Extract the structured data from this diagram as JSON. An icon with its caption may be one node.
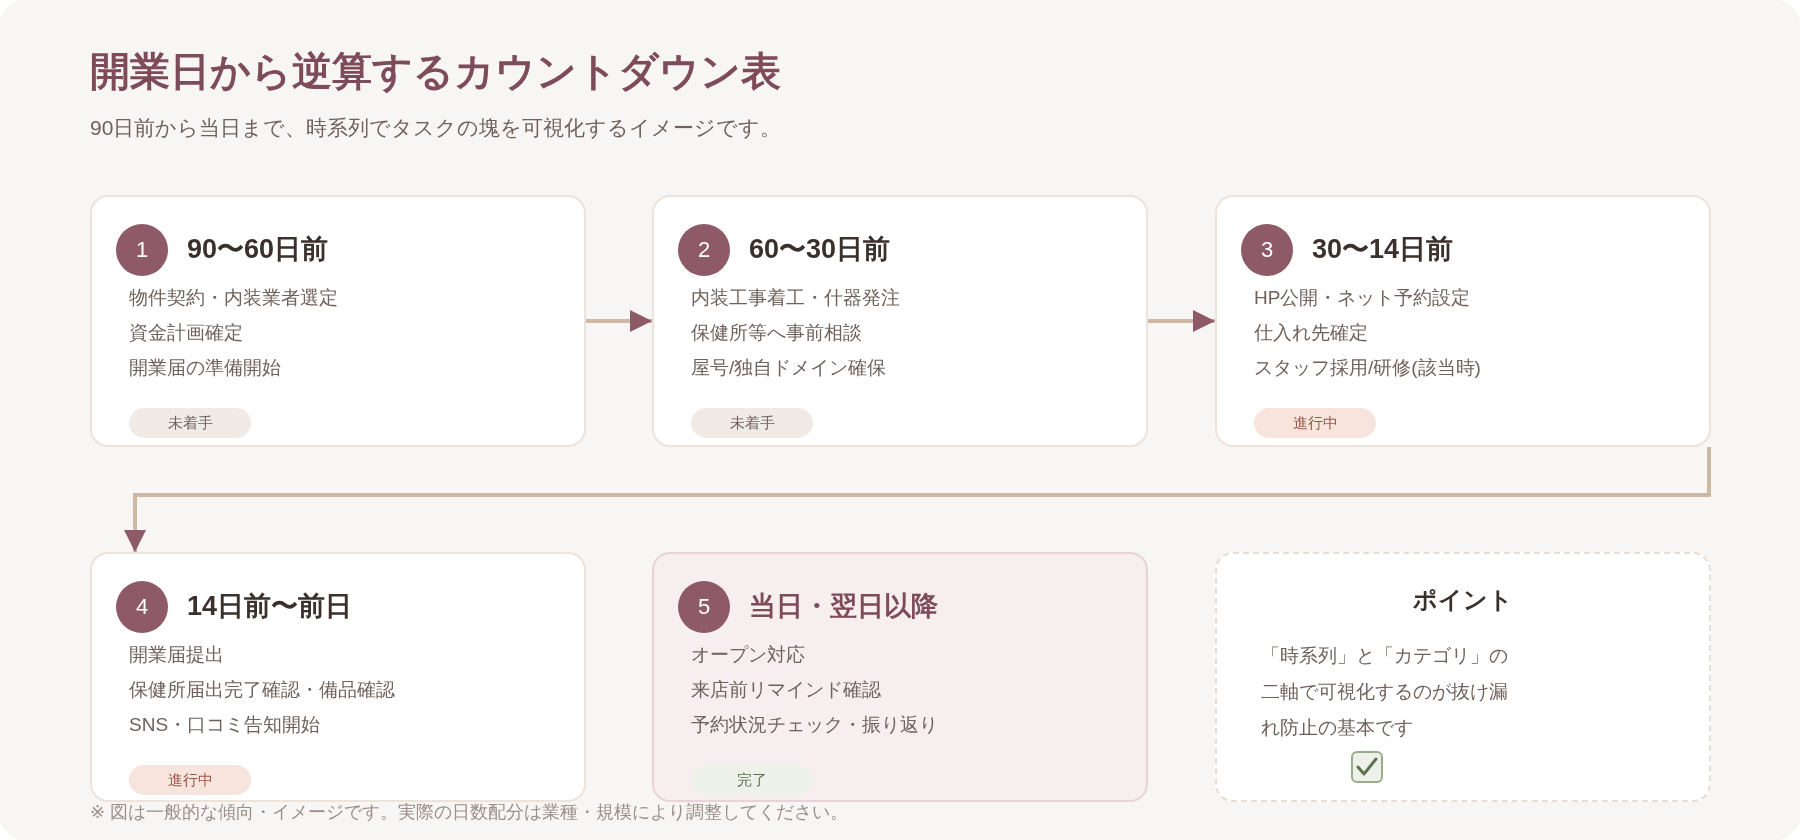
{
  "diagram": {
    "title": "開業日から逆算するカウントダウン表",
    "caption": "※ 図は一般的な傾向・イメージです。実際の日数配分は業種・規模により調整してください。",
    "labels": [
      "90日前から当日まで、時系列でタスクの塊を可視化するイメージです。"
    ],
    "nodes": [
      {
        "text": [
          "1",
          "90〜60日前",
          "物件契約・内装業者選定",
          "資金計画確定",
          "開業届の準備開始",
          "未着手"
        ]
      },
      {
        "text": [
          "2",
          "60〜30日前",
          "内装工事着工・什器発注",
          "保健所等へ事前相談",
          "屋号/独自ドメイン確保",
          "未着手"
        ]
      },
      {
        "text": [
          "3",
          "30〜14日前",
          "HP公開・ネット予約設定",
          "仕入れ先確定",
          "スタッフ採用/研修(該当時)",
          "進行中"
        ]
      },
      {
        "text": [
          "4",
          "14日前〜前日",
          "開業届提出",
          "保健所届出完了確認・備品確認",
          "SNS・口コミ告知開始",
          "進行中"
        ]
      },
      {
        "text": [
          "5",
          "当日・翌日以降",
          "オープン対応",
          "来店前リマインド確認",
          "予約状況チェック・振り返り",
          "完了"
        ]
      },
      {
        "text": [
          "ポイント",
          "「時系列」と「カテゴリ」の二軸で可視化するのが抜け漏れ防止の基本です"
        ]
      }
    ],
    "edges": [
      {
        "from": 0,
        "to": 1,
        "arrow": "to"
      },
      {
        "from": 1,
        "to": 2,
        "arrow": "to"
      },
      {
        "from": 2,
        "to": 3,
        "arrow": "to"
      }
    ]
  }
}
